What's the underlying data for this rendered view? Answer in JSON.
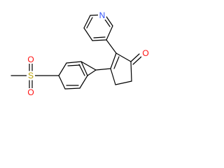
{
  "molecule": {
    "atom_labels": {
      "pyridine_nitrogen": "N",
      "carbonyl_oxygen": "O",
      "sulfonyl_oxygen_top": "O",
      "sulfonyl_oxygen_bottom": "O",
      "sulfur": "S"
    },
    "colors": {
      "bond": "#000000",
      "nitrogen": "#3050f8",
      "oxygen": "#ff0d0d",
      "sulfur": "#b8a000"
    }
  }
}
